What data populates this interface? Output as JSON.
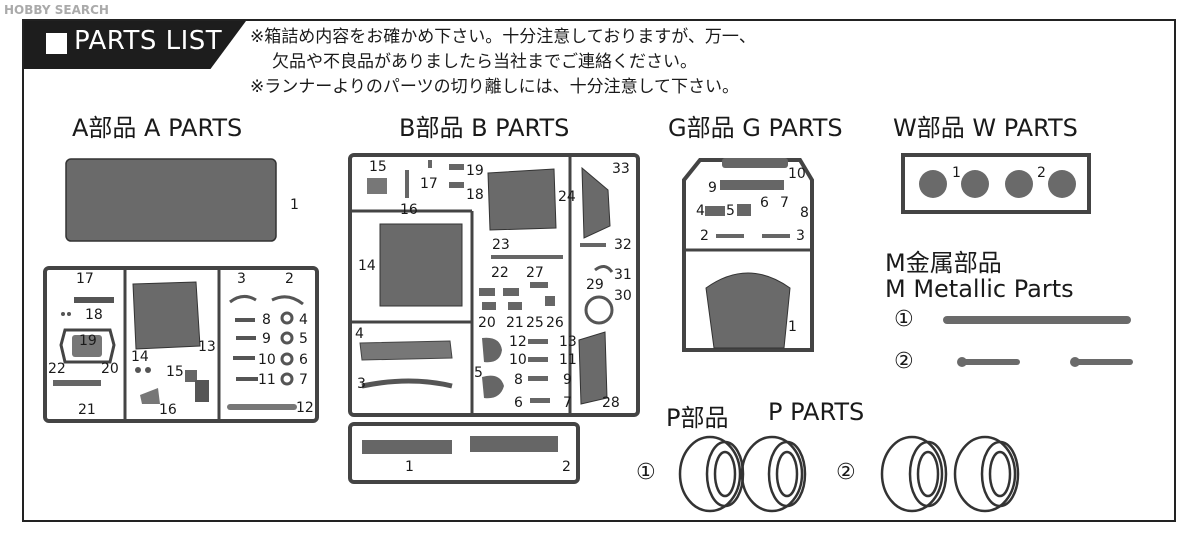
{
  "watermark": "HOBBY SEARCH",
  "header": {
    "title": "PARTS LIST"
  },
  "notice": [
    "※箱詰め内容をお確かめ下さい。十分注意しておりますが、万一、",
    "欠品や不良品がありましたら当社までご連絡ください。",
    "※ランナーよりのパーツの切り離しには、十分注意して下さい。"
  ],
  "sections": {
    "a": "A部品 A PARTS",
    "b": "B部品 B PARTS",
    "g": "G部品 G PARTS",
    "w": "W部品 W PARTS",
    "m1": "M金属部品",
    "m2": "M Metallic Parts",
    "p1": "P部品",
    "p2": "P PARTS"
  },
  "markers": {
    "one": "①",
    "two": "②"
  },
  "labels": {
    "a_top": "1",
    "a": [
      "17",
      "18",
      "19",
      "22",
      "20",
      "21",
      "13",
      "14",
      "15",
      "16",
      "3",
      "2",
      "8",
      "4",
      "9",
      "5",
      "10",
      "6",
      "11",
      "7",
      "12"
    ],
    "b": [
      "15",
      "17",
      "19",
      "18",
      "16",
      "14",
      "23",
      "22",
      "27",
      "24",
      "33",
      "32",
      "31",
      "29",
      "30",
      "20",
      "21",
      "25",
      "26",
      "12",
      "13",
      "10",
      "11",
      "4",
      "3",
      "5",
      "8",
      "9",
      "6",
      "7",
      "28"
    ],
    "b_bottom": [
      "1",
      "2"
    ],
    "g": [
      "10",
      "9",
      "4",
      "5",
      "6",
      "7",
      "8",
      "2",
      "3",
      "1"
    ],
    "w": [
      "1",
      "2"
    ]
  }
}
